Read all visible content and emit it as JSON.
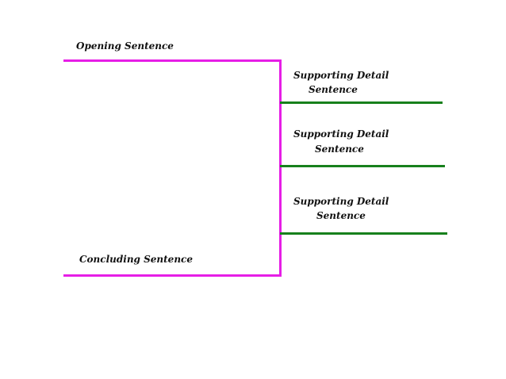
{
  "diagram": {
    "opening_label": "Opening Sentence",
    "concluding_label": "Concluding Sentence",
    "details": [
      {
        "line1": "Supporting Detail",
        "line2": "Sentence"
      },
      {
        "line1": "Supporting Detail",
        "line2": "Sentence"
      },
      {
        "line1": "Supporting Detail",
        "line2": "Sentence"
      }
    ]
  },
  "colors": {
    "frame": "#e61ee6",
    "detail_lines": "#17801c"
  }
}
